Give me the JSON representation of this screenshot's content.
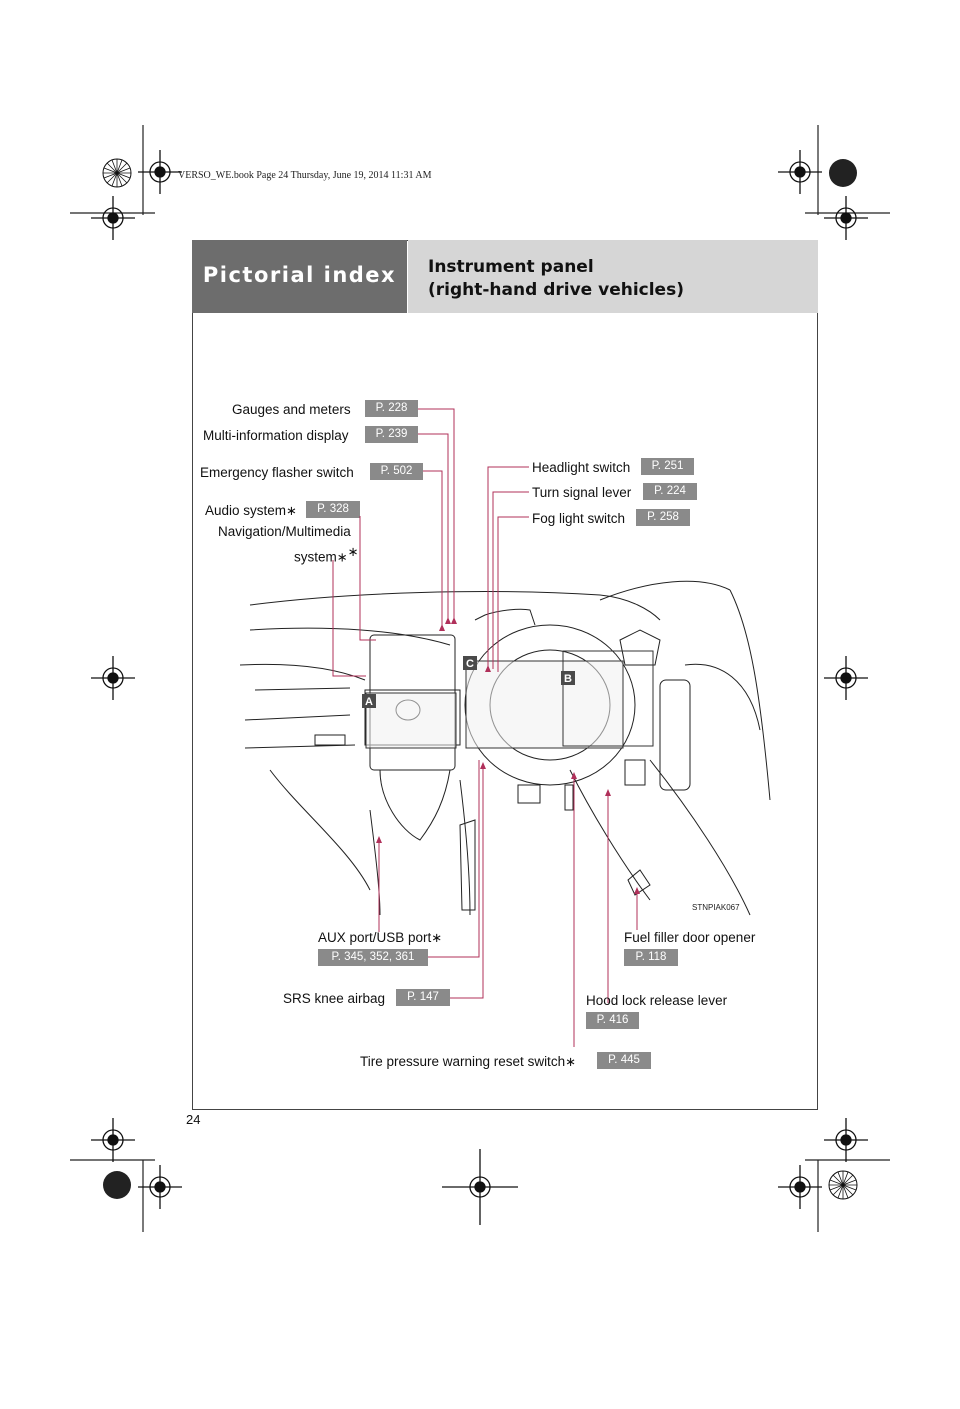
{
  "file_info": "VERSO_WE.book  Page 24  Thursday, June 19, 2014  11:31 AM",
  "header": {
    "section": "Pictorial index",
    "title_line1": "Instrument panel",
    "title_line2": "(right-hand drive vehicles)"
  },
  "callouts": {
    "gauges": {
      "label": "Gauges and meters",
      "page": "P. 228"
    },
    "multi_info": {
      "label": "Multi-information display",
      "page": "P. 239"
    },
    "emergency": {
      "label": "Emergency flasher switch",
      "page": "P. 502"
    },
    "audio": {
      "label": "Audio system",
      "page": "P. 328"
    },
    "nav_line1": "Navigation/Multimedia",
    "nav_line2": "system",
    "headlight": {
      "label": "Headlight switch",
      "page": "P. 251"
    },
    "turn_signal": {
      "label": "Turn signal lever",
      "page": "P. 224"
    },
    "fog_light": {
      "label": "Fog light switch",
      "page": "P. 258"
    },
    "aux": {
      "label": "AUX port/USB port",
      "page": "P. 345, 352, 361"
    },
    "fuel": {
      "label": "Fuel filler door opener",
      "page": "P. 118"
    },
    "knee_airbag": {
      "label": "SRS knee airbag",
      "page": "P. 147"
    },
    "hood": {
      "label": "Hood lock release lever",
      "page": "P. 416"
    },
    "tire": {
      "label": "Tire pressure warning reset switch",
      "page": "P. 445"
    }
  },
  "image": {
    "code": "STNPIAK067",
    "marker_a": "A",
    "marker_b": "B",
    "marker_c": "C"
  },
  "star": "∗",
  "page_number": "24",
  "colors": {
    "header_dark": "#6d6d6d",
    "header_light": "#d6d6d6",
    "badge": "#8a8a8a",
    "marker": "#4a4a4a"
  }
}
